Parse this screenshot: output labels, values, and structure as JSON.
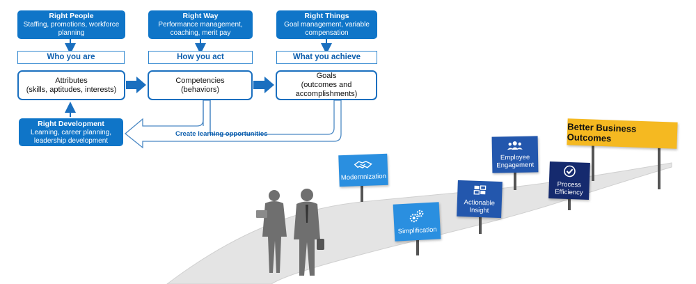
{
  "top_boxes": [
    {
      "title": "Right People",
      "subtitle": "Staffing, promotions, workforce planning"
    },
    {
      "title": "Right Way",
      "subtitle": "Performance management, coaching, merit pay"
    },
    {
      "title": "Right Things",
      "subtitle": "Goal management, variable compensation"
    }
  ],
  "labels": [
    "Who you are",
    "How you act",
    "What you achieve"
  ],
  "stages": [
    {
      "line1": "Attributes",
      "line2": "(skills, aptitudes, interests)",
      "line3": ""
    },
    {
      "line1": "Competencies",
      "line2": "(behaviors)",
      "line3": ""
    },
    {
      "line1": "Goals",
      "line2": "(outcomes and",
      "line3": "accomplishments)"
    }
  ],
  "development": {
    "title": "Right Development",
    "subtitle": "Learning, career planning, leadership development"
  },
  "learning_arrow_label": "Create learning opportunities",
  "signs": [
    {
      "label": "Modernnization",
      "icon": "handshake-icon"
    },
    {
      "label": "Simplification",
      "icon": "gears-icon"
    },
    {
      "label": "Actionable Insight",
      "icon": "puzzle-arrows-icon"
    },
    {
      "label": "Employee Engagement",
      "icon": "people-group-icon"
    },
    {
      "label": "Process Efficiency",
      "icon": "check-badge-icon"
    }
  ],
  "outcome": "Better Business Outcomes",
  "colors": {
    "primary_blue": "#0f75c8",
    "light_blue_sign": "#2a8fe0",
    "mid_blue_sign": "#2357ad",
    "navy_sign": "#152a6e",
    "gold_sign": "#f5b921",
    "road": "#e4e4e4",
    "figure": "#6f6f6f"
  }
}
